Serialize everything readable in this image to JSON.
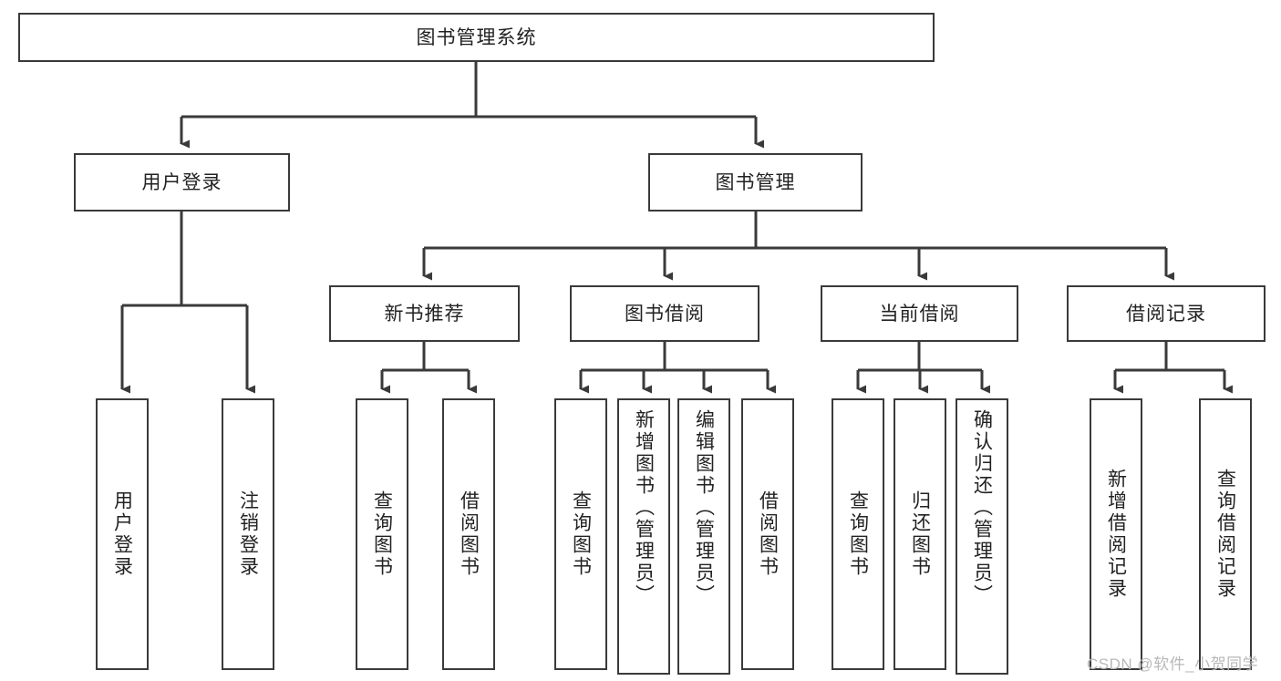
{
  "diagram": {
    "title": "图书管理系统",
    "type": "tree",
    "watermark": "CSDN @软件_小贺同学",
    "colors": {
      "box_border": "#3a3a3a",
      "box_fill": "#ffffff",
      "connector": "#3a3a3a",
      "text": "#222222",
      "watermark": "#b8b8b8",
      "background": "#ffffff"
    },
    "levels": {
      "root": {
        "label": "图书管理系统"
      },
      "level2": [
        {
          "id": "user-login",
          "label": "用户登录"
        },
        {
          "id": "book-management",
          "label": "图书管理"
        }
      ],
      "level3": [
        {
          "id": "new-book-recommend",
          "label": "新书推荐",
          "parent": "book-management"
        },
        {
          "id": "book-borrow",
          "label": "图书借阅",
          "parent": "book-management"
        },
        {
          "id": "current-borrow",
          "label": "当前借阅",
          "parent": "book-management"
        },
        {
          "id": "borrow-record",
          "label": "借阅记录",
          "parent": "book-management"
        }
      ],
      "leaves": [
        {
          "id": "leaf-user-login",
          "label": "用户登录",
          "parent": "user-login"
        },
        {
          "id": "leaf-logout",
          "label": "注销登录",
          "parent": "user-login"
        },
        {
          "id": "leaf-query-book-1",
          "label": "查询图书",
          "parent": "new-book-recommend"
        },
        {
          "id": "leaf-borrow-book-1",
          "label": "借阅图书",
          "parent": "new-book-recommend"
        },
        {
          "id": "leaf-query-book-2",
          "label": "查询图书",
          "parent": "book-borrow"
        },
        {
          "id": "leaf-add-book",
          "label": "新增图书（管理员）",
          "parent": "book-borrow"
        },
        {
          "id": "leaf-edit-book",
          "label": "编辑图书（管理员）",
          "parent": "book-borrow"
        },
        {
          "id": "leaf-borrow-book-2",
          "label": "借阅图书",
          "parent": "book-borrow"
        },
        {
          "id": "leaf-query-book-3",
          "label": "查询图书",
          "parent": "current-borrow"
        },
        {
          "id": "leaf-return-book",
          "label": "归还图书",
          "parent": "current-borrow"
        },
        {
          "id": "leaf-confirm-return",
          "label": "确认归还（管理员）",
          "parent": "current-borrow"
        },
        {
          "id": "leaf-add-record",
          "label": "新增借阅记录",
          "parent": "borrow-record"
        },
        {
          "id": "leaf-query-record",
          "label": "查询借阅记录",
          "parent": "borrow-record"
        }
      ]
    }
  }
}
